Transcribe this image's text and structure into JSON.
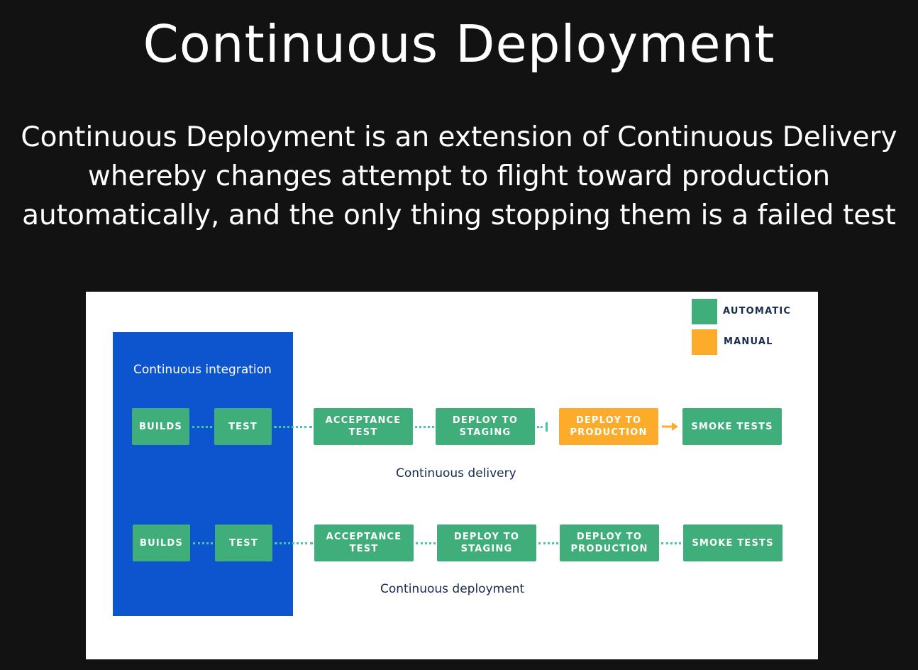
{
  "slide": {
    "title": "Continuous Deployment",
    "description": "Continuous Deployment is an extension of Continuous Delivery whereby changes attempt to flight toward production automatically, and the only thing stopping them is a failed test"
  },
  "diagram": {
    "legend": {
      "automatic": "AUTOMATIC",
      "manual": "MANUAL"
    },
    "ci_label": "Continuous integration",
    "delivery_row": {
      "caption": "Continuous delivery",
      "builds": "BUILDS",
      "test": "TEST",
      "acceptance_1": "ACCEPTANCE",
      "acceptance_2": "TEST",
      "staging_1": "DEPLOY TO",
      "staging_2": "STAGING",
      "production_1": "DEPLOY TO",
      "production_2": "PRODUCTION",
      "smoke": "SMOKE TESTS"
    },
    "deployment_row": {
      "caption": "Continuous deployment",
      "builds": "BUILDS",
      "test": "TEST",
      "acceptance_1": "ACCEPTANCE",
      "acceptance_2": "TEST",
      "staging_1": "DEPLOY TO",
      "staging_2": "STAGING",
      "production_1": "DEPLOY TO",
      "production_2": "PRODUCTION",
      "smoke": "SMOKE TESTS"
    },
    "colors": {
      "automatic": "#3fae7b",
      "manual": "#fdab2a",
      "ci_panel": "#0d55cf",
      "connector": "#44c6a8"
    }
  }
}
